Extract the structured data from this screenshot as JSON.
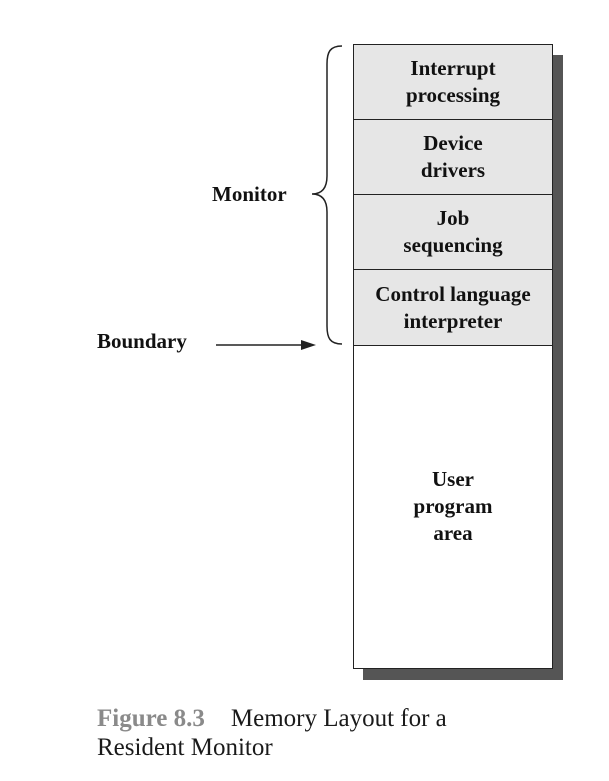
{
  "memory_segments": [
    {
      "label": "Interrupt\nprocessing"
    },
    {
      "label": "Device\ndrivers"
    },
    {
      "label": "Job\nsequencing"
    },
    {
      "label": "Control language\ninterpreter"
    },
    {
      "label": "User\nprogram\narea"
    }
  ],
  "labels": {
    "monitor": "Monitor",
    "boundary": "Boundary"
  },
  "caption": {
    "label": "Figure 8.3",
    "text": "Memory Layout for a\nResident Monitor"
  }
}
